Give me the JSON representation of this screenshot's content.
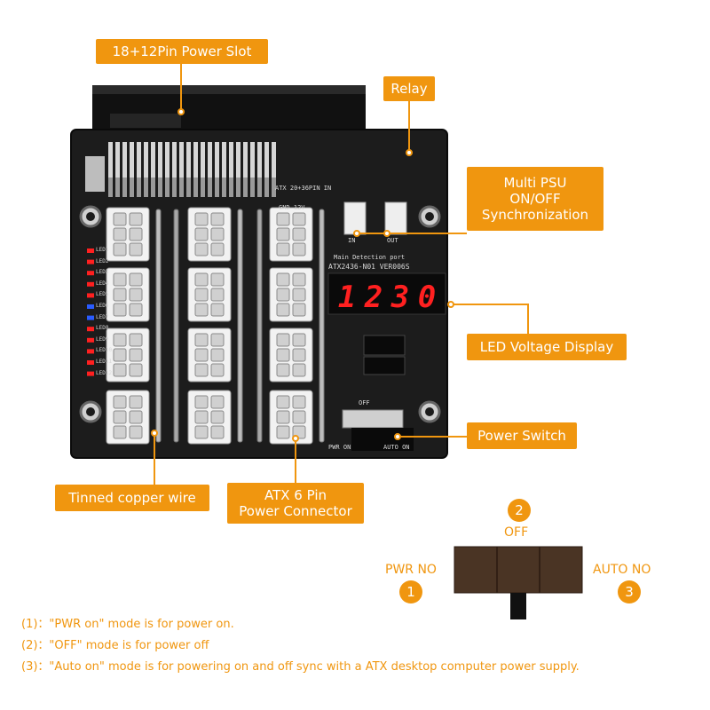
{
  "callouts": {
    "power_slot": "18+12Pin Power Slot",
    "relay": "Relay",
    "multi_psu": [
      "Multi PSU",
      "ON/OFF",
      "Synchronization"
    ],
    "led_display": "LED Voltage Display",
    "power_switch": "Power Switch",
    "tinned_wire": "Tinned copper wire",
    "atx6pin": [
      "ATX 6 Pin",
      "Power Connector"
    ]
  },
  "board": {
    "header_label": "ATX 20+36PIN IN",
    "detection_label": "Main Detection port",
    "model_label": "ATX2436-N01 VER006S",
    "in_label": "IN",
    "out_label": "OUT",
    "gnd_label": "GND 12V",
    "off_label": "OFF",
    "pwr_on_label": "PWR ON",
    "auto_on_label": "AUTO ON",
    "display_digits": [
      "1",
      "2",
      "3",
      "0"
    ],
    "led_labels": [
      "LED1",
      "LED2",
      "LED3",
      "LED4",
      "LED5",
      "LED6",
      "LED7",
      "LED8",
      "LED9",
      "LED10",
      "LED11",
      "LED12"
    ]
  },
  "switch_diagram": {
    "num1": "1",
    "num2": "2",
    "num3": "3",
    "pwr_no": "PWR NO",
    "off": "OFF",
    "auto_no": "AUTO NO"
  },
  "notes": [
    "(1)：\"PWR on\" mode is for power on.",
    "(2)：\"OFF\" mode is for power off",
    "(3)：\"Auto on\" mode is for powering on and off sync with a ATX desktop computer power supply."
  ],
  "colors": {
    "accent": "#f0960f",
    "pcb": "#1c1c1c",
    "led_red": "#ff2020",
    "led_blue": "#2a5cff",
    "switch_brown": "#4a3424"
  }
}
